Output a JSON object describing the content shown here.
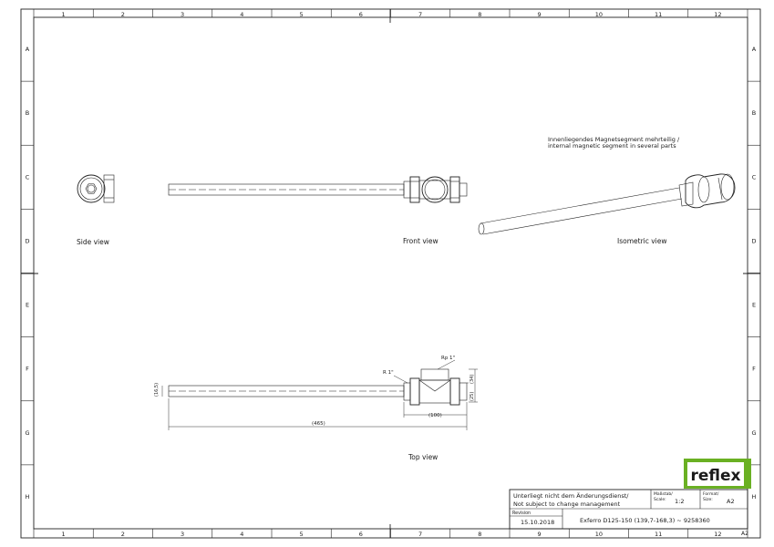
{
  "columns": [
    "1",
    "2",
    "3",
    "4",
    "5",
    "6",
    "7",
    "8",
    "9",
    "10",
    "11",
    "12"
  ],
  "rows": [
    "A",
    "B",
    "C",
    "D",
    "E",
    "F",
    "G",
    "H"
  ],
  "views": {
    "side": "Side view",
    "front": "Front view",
    "isometric": "Isometric view",
    "top": "Top view"
  },
  "note": {
    "line1": "Innenliegendes Magnetsegment mehrteilig /",
    "line2": "internal magnetic segment in several parts"
  },
  "dimensions": {
    "length": "(465)",
    "tee_width": "(100)",
    "rod_dia": "(16,5)",
    "height_34": "(34)",
    "height_25": "(25)",
    "thread_r": "R 1\"",
    "thread_rp": "Rp 1\""
  },
  "title_block": {
    "notice_de": "Unterliegt nicht dem Änderungsdienst/",
    "notice_en": "Not subject to change management",
    "scale_label": "Maßstab/",
    "scale_label2": "Scale:",
    "scale_value": "1:2",
    "format_label": "Format/",
    "format_label2": "Size:",
    "format_value": "A2",
    "revision_label": "Revision",
    "revision_value": "15.10.2018",
    "product": "Exferro D125-150 (139,7-168,3) ~ 9258360",
    "sheet_size": "A2"
  },
  "logo": {
    "text": "reflex",
    "color": "#6ab023"
  }
}
